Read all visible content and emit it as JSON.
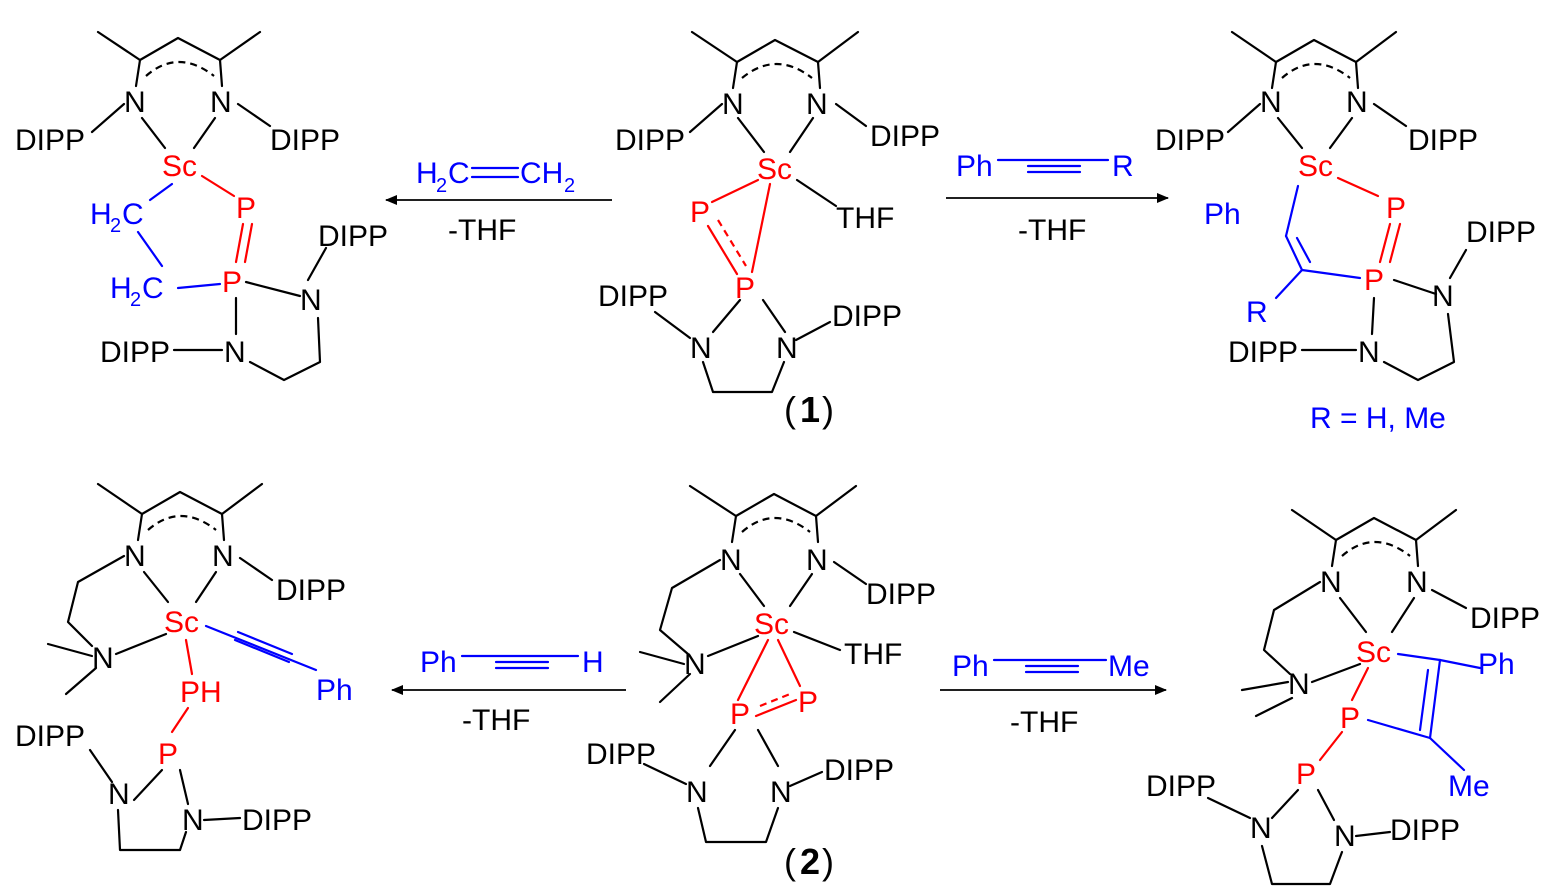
{
  "colors": {
    "scaffold": "#000000",
    "phosphorus_scandium": "#ff0000",
    "substrate": "#0000ff"
  },
  "atoms": {
    "sc": "Sc",
    "n": "N",
    "p": "P",
    "ph_h": "PH",
    "dipp": "DIPP",
    "thf": "THF",
    "ph": "Ph",
    "r": "R",
    "h": "H",
    "me": "Me"
  },
  "compounds": {
    "compound1": {
      "label_open": "(",
      "label_num": "1",
      "label_close": ")"
    },
    "compound2": {
      "label_open": "(",
      "label_num": "2",
      "label_close": ")"
    }
  },
  "reactions": {
    "top_left": {
      "reagent_a": "H",
      "reagent_sub": "2",
      "reagent_b": "C",
      "reagent_c": "CH",
      "reagent_sub2": "2",
      "condition": "-THF"
    },
    "top_right": {
      "reagent_left": "Ph",
      "reagent_right": "R",
      "condition": "-THF"
    },
    "bottom_left": {
      "reagent_left": "Ph",
      "reagent_right": "H",
      "condition": "-THF"
    },
    "bottom_right": {
      "reagent_left": "Ph",
      "reagent_right": "Me",
      "condition": "-THF"
    }
  },
  "products": {
    "top_left": {
      "ch2_a": "H",
      "ch2_a_sub": "2",
      "ch2_a_c": "C",
      "ch2_b": "H",
      "ch2_b_sub": "2",
      "ch2_b_c": "C"
    },
    "top_right": {
      "r_definition": "R = H, Me"
    }
  }
}
